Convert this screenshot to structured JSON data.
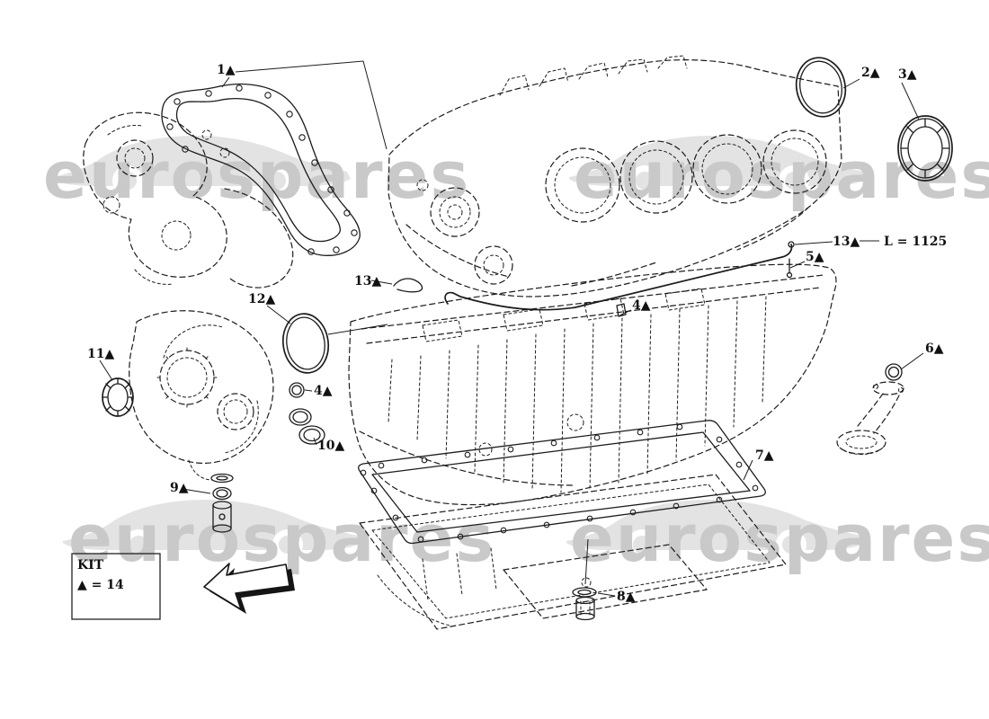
{
  "diagram": {
    "background": "#ffffff",
    "line_color": "#1c1c1c",
    "watermark": {
      "text": "eurospares",
      "text_color": "#c9c9c9",
      "car_color": "#e3e3e3"
    },
    "kit_box": {
      "title": "KIT",
      "legend": "▲ = 14"
    },
    "labels": [
      {
        "text": "1▲"
      },
      {
        "text": "2▲"
      },
      {
        "text": "3▲"
      },
      {
        "text": "13▲"
      },
      {
        "text": "13▲"
      },
      {
        "text": "L = 1125"
      },
      {
        "text": "5▲"
      },
      {
        "text": "4▲"
      },
      {
        "text": "12▲"
      },
      {
        "text": "11▲"
      },
      {
        "text": "4▲"
      },
      {
        "text": "10▲"
      },
      {
        "text": "6▲"
      },
      {
        "text": "7▲"
      },
      {
        "text": "9▲"
      },
      {
        "text": "8▲"
      }
    ]
  }
}
